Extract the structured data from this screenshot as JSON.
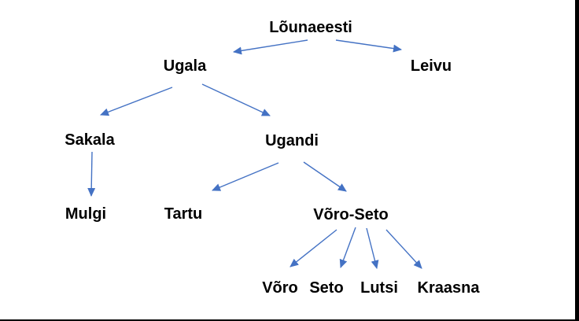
{
  "diagram": {
    "type": "tree",
    "root": "Lõunaeesti",
    "colors": {
      "arrow": "#4472C4",
      "text": "#000000",
      "background": "#FFFFFF",
      "border": "#000000"
    },
    "nodes": [
      {
        "id": "lounaeesti",
        "label": "Lõunaeesti",
        "level": 1
      },
      {
        "id": "ugala",
        "label": "Ugala",
        "level": 2
      },
      {
        "id": "leivu",
        "label": "Leivu",
        "level": 2
      },
      {
        "id": "sakala",
        "label": "Sakala",
        "level": 3
      },
      {
        "id": "ugandi",
        "label": "Ugandi",
        "level": 3
      },
      {
        "id": "mulgi",
        "label": "Mulgi",
        "level": 4
      },
      {
        "id": "tartu",
        "label": "Tartu",
        "level": 4
      },
      {
        "id": "voro_seto",
        "label": "Võro-Seto",
        "level": 4
      },
      {
        "id": "voro",
        "label": "Võro",
        "level": 5
      },
      {
        "id": "seto",
        "label": "Seto",
        "level": 5
      },
      {
        "id": "lutsi",
        "label": "Lutsi",
        "level": 5
      },
      {
        "id": "kraasna",
        "label": "Kraasna",
        "level": 5
      }
    ],
    "edges": [
      {
        "from": "Lõunaeesti",
        "to": "Ugala"
      },
      {
        "from": "Lõunaeesti",
        "to": "Leivu"
      },
      {
        "from": "Ugala",
        "to": "Sakala"
      },
      {
        "from": "Ugala",
        "to": "Ugandi"
      },
      {
        "from": "Sakala",
        "to": "Mulgi"
      },
      {
        "from": "Ugandi",
        "to": "Tartu"
      },
      {
        "from": "Ugandi",
        "to": "Võro-Seto"
      },
      {
        "from": "Võro-Seto",
        "to": "Võro"
      },
      {
        "from": "Võro-Seto",
        "to": "Seto"
      },
      {
        "from": "Võro-Seto",
        "to": "Lutsi"
      },
      {
        "from": "Võro-Seto",
        "to": "Kraasna"
      }
    ]
  }
}
